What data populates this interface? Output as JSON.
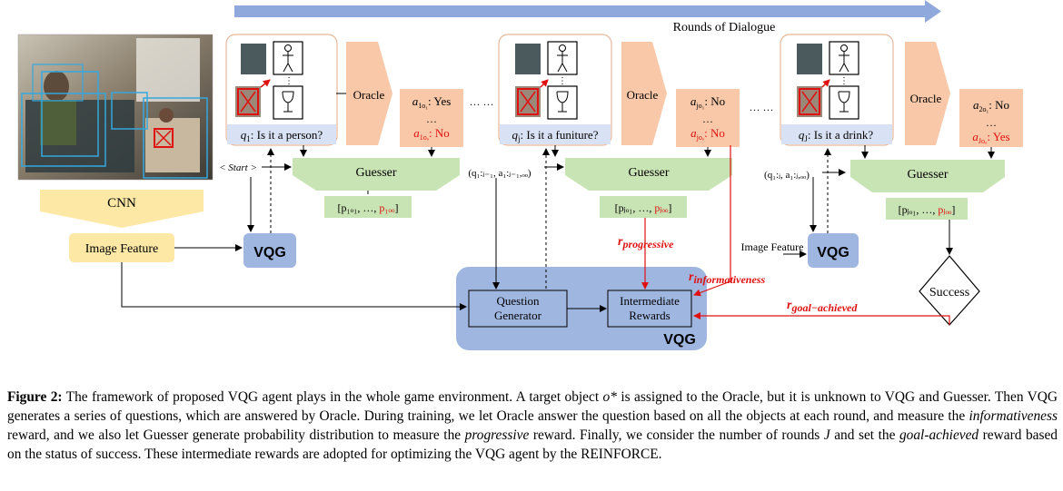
{
  "figure": {
    "rounds_label": "Rounds of Dialogue",
    "cnn_label": "CNN",
    "image_feature_label": "Image Feature",
    "image_feature_label_small": "Image Feature",
    "vqg_label": "VQG",
    "oracle_label": "Oracle",
    "guesser_label": "Guesser",
    "start_label": "< Start >",
    "question_generator_label": [
      "Question",
      "Generator"
    ],
    "intermediate_rewards_label": [
      "Intermediate",
      "Rewards"
    ],
    "success_label": "Success",
    "ellipsis": "…",
    "rounds": [
      {
        "question_var": "q",
        "question_sub": "1",
        "question_text": ": Is it a person?",
        "answer_top": "a",
        "answer_top_sub": "1o₁",
        "answer_top_val": ": Yes",
        "answer_bot": "a",
        "answer_bot_sub": "1oₒ",
        "answer_bot_val": ": No",
        "prob": "[p₁ₒ₁, …, ",
        "prob_red": "p₁ₒₒ",
        "prob_end": "]"
      },
      {
        "question_var": "q",
        "question_sub": "j",
        "question_text": ": Is it a funiture?",
        "answer_top": "a",
        "answer_top_sub": "jo₁",
        "answer_top_val": ": No",
        "answer_bot": "a",
        "answer_bot_sub": "joₒ",
        "answer_bot_val": ": No",
        "prob": "[pⱼₒ₁, …, ",
        "prob_red": "pⱼₒₒ",
        "prob_end": "]",
        "history": "(q₁:ⱼ₋₁, a₁:ⱼ₋₁,ₒₒ)"
      },
      {
        "question_var": "q",
        "question_sub": "J",
        "question_text": ": Is it a drink?",
        "answer_top": "a",
        "answer_top_sub": "2o₁",
        "answer_top_val": ": No",
        "answer_bot": "a",
        "answer_bot_sub": "Joₒ",
        "answer_bot_val": ": Yes",
        "prob": "[pⱼₒ₁, …, ",
        "prob_red": "pⱼₒₒ",
        "prob_end": "]",
        "history": "(q₁:ⱼ, a₁:ⱼ,ₒₒ)"
      }
    ],
    "reward_progressive": "progressive",
    "reward_informativeness": "informativeness",
    "reward_goal": "goal−achieved",
    "reward_symbol": "r"
  },
  "caption": {
    "label": "Figure 2:",
    "text_1": " The framework of proposed VQG agent plays in the whole game environment. A target object ",
    "obj": "o*",
    "text_2": " is assigned to the Oracle, but it is unknown to VQG and Guesser. Then VQG generates a series of questions, which are answered by Oracle. During training, we let Oracle answer the question based on all the objects at each round, and measure the ",
    "em_1": "informativeness",
    "text_3": " reward, and we also let Guesser generate probability distribution to measure the ",
    "em_2": "progressive",
    "text_4": " reward. Finally, we consider the number of rounds ",
    "var_J": "J",
    "text_5": " and set the ",
    "em_3": "goal-achieved",
    "text_6": " reward based on the status of success. These intermediate rewards are adopted for optimizing the VQG agent by the REINFORCE."
  },
  "colors": {
    "rounds_arrow": "#8fa9dc",
    "yellow": "#fde8a6",
    "vqg_blue": "#9fb6e0",
    "oracle_orange": "#f9c8a8",
    "guesser_green": "#c8e3b4",
    "question_bar": "#d9e1f4",
    "red": "#e01010"
  }
}
